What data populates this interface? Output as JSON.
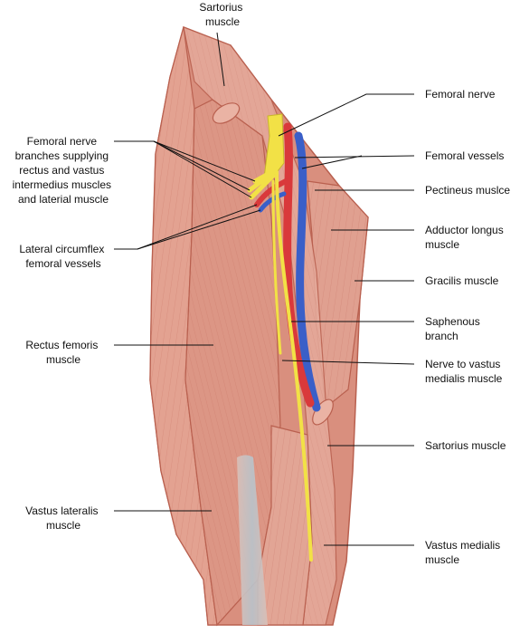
{
  "labels": {
    "sartorius_top": [
      "Sartorius",
      "muscle"
    ],
    "femoral_nerve": [
      "Femoral nerve"
    ],
    "femoral_nerve_branches": [
      "Femoral nerve",
      "branches supplying",
      "rectus and vastus",
      "intermedius muscles",
      "and laterial muscle"
    ],
    "femoral_vessels": [
      "Femoral vessels"
    ],
    "pectineus": [
      "Pectineus muslce"
    ],
    "adductor_longus": [
      "Adductor longus",
      "muscle"
    ],
    "lateral_circumflex": [
      "Lateral circumflex",
      "femoral vessels"
    ],
    "gracilis": [
      "Gracilis muscle"
    ],
    "rectus_femoris": [
      "Rectus femoris",
      "muscle"
    ],
    "saphenous": [
      "Saphenous",
      "branch"
    ],
    "nerve_vastus_medialis": [
      "Nerve to vastus",
      "medialis muscle"
    ],
    "sartorius_lower": [
      "Sartorius muscle"
    ],
    "vastus_lateralis": [
      "Vastus lateralis",
      "muscle"
    ],
    "vastus_medialis": [
      "Vastus medialis",
      "muscle"
    ]
  },
  "colors": {
    "muscle": "#d98f7e",
    "muscle_dark": "#b9604f",
    "muscle_light": "#eab3a4",
    "nerve": "#f2e146",
    "artery": "#d9393b",
    "vein": "#3a5fc8",
    "bone": "#b8c4cc",
    "text": "#111111"
  }
}
